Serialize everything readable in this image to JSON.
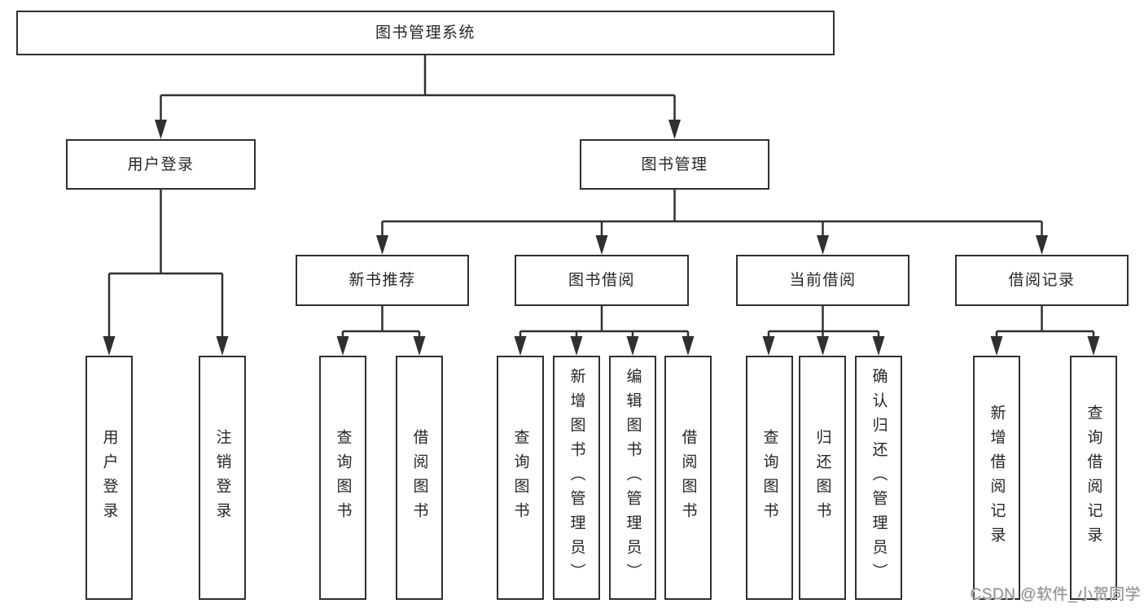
{
  "diagram": {
    "root": "图书管理系统",
    "branches": {
      "user_login": "用户登录",
      "book_management": "图书管理"
    },
    "modules": {
      "new_book_recommend": "新书推荐",
      "book_borrow": "图书借阅",
      "current_borrow": "当前借阅",
      "borrow_records": "借阅记录"
    },
    "leaves": {
      "user_login": [
        "用户登录",
        "注销登录"
      ],
      "new_book_recommend": [
        "查询图书",
        "借阅图书"
      ],
      "book_borrow": [
        "查询图书",
        "新增图书（管理员）",
        "编辑图书（管理员）",
        "借阅图书"
      ],
      "current_borrow": [
        "查询图书",
        "归还图书",
        "确认归还（管理员）"
      ],
      "borrow_records": [
        "新增借阅记录",
        "查询借阅记录"
      ]
    }
  },
  "watermark": "CSDN @软件_小贺同学",
  "colors": {
    "line": "#303030",
    "box_border": "#303030",
    "text": "#262626",
    "watermark": "#919191",
    "background": "#ffffff"
  }
}
